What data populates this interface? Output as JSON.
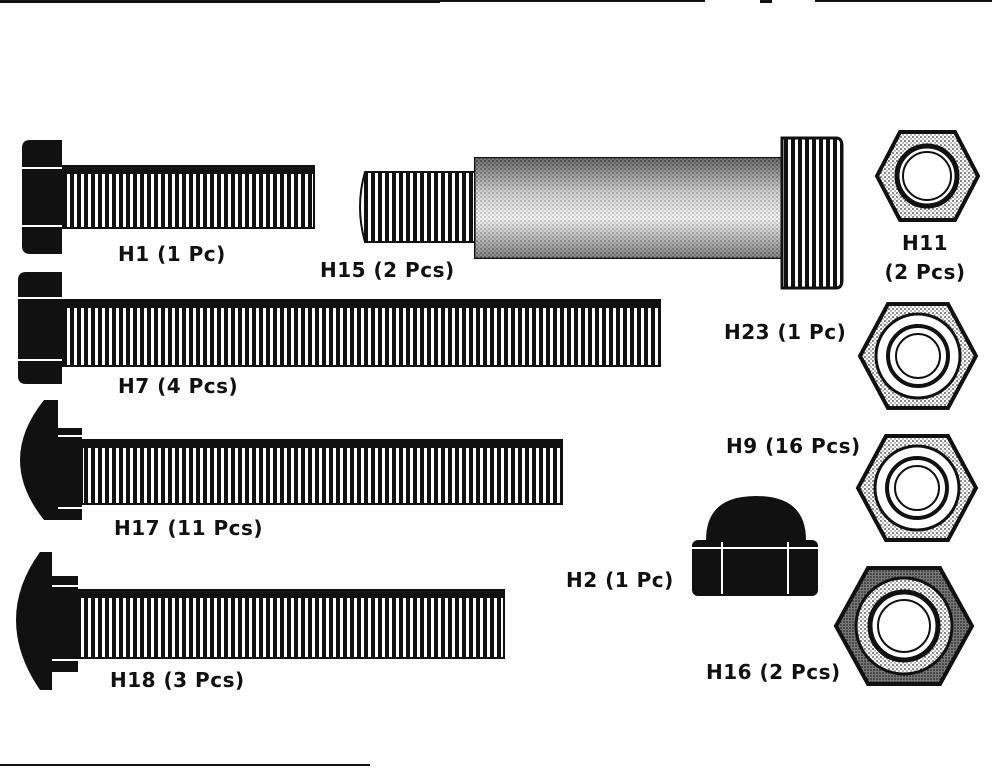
{
  "parts": [
    {
      "id": "h1",
      "code": "H1",
      "qty": "(1 Pc)",
      "kind": "hex-bolt"
    },
    {
      "id": "h15",
      "code": "H15",
      "qty": "(2 Pcs)",
      "kind": "shoulder-bolt"
    },
    {
      "id": "h11",
      "code": "H11",
      "qty": "(2 Pcs)",
      "kind": "hex-nut"
    },
    {
      "id": "h7",
      "code": "H7",
      "qty": "(4 Pcs)",
      "kind": "hex-bolt"
    },
    {
      "id": "h23",
      "code": "H23",
      "qty": "(1 Pc)",
      "kind": "lock-nut"
    },
    {
      "id": "h17",
      "code": "H17",
      "qty": "(11 Pcs)",
      "kind": "carriage-bolt"
    },
    {
      "id": "h9",
      "code": "H9",
      "qty": "(16 Pcs)",
      "kind": "lock-nut"
    },
    {
      "id": "h2",
      "code": "H2",
      "qty": "(1 Pc)",
      "kind": "acorn-nut"
    },
    {
      "id": "h18",
      "code": "H18",
      "qty": "(3 Pcs)",
      "kind": "carriage-bolt"
    },
    {
      "id": "h16",
      "code": "H16",
      "qty": "(2 Pcs)",
      "kind": "lock-nut"
    }
  ],
  "labels": {
    "h1": "H1  (1 Pc)",
    "h15": "H15  (2 Pcs)",
    "h11_code": "H11",
    "h11_qty": "(2 Pcs)",
    "h7": "H7  (4 Pcs)",
    "h23": "H23  (1 Pc)",
    "h17": "H17  (11 Pcs)",
    "h9": "H9  (16 Pcs)",
    "h2": "H2  (1 Pc)",
    "h18": "H18  (3 Pcs)",
    "h16": "H16  (2 Pcs)"
  },
  "colors": {
    "ink": "#111111",
    "paper": "#ffffff"
  }
}
